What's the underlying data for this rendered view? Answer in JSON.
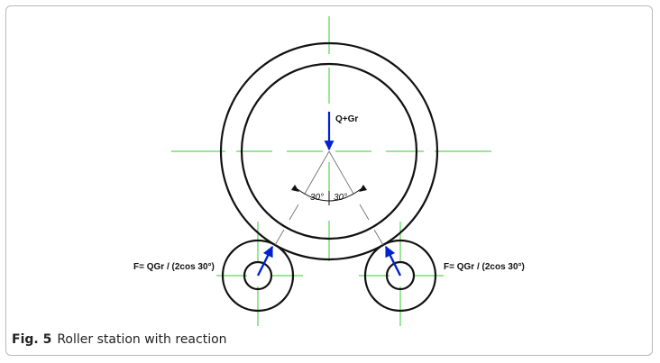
{
  "diagram": {
    "load_label": "Q+Gr",
    "angle_left": "30°",
    "angle_right": "30°",
    "force_left": "F= QGr / (2cos 30°)",
    "force_right": "F= QGr / (2cos 30°)"
  },
  "caption": {
    "number": "Fig. 5",
    "text": "Roller station with reaction"
  },
  "colors": {
    "centerline": "#33cc33",
    "arrow": "#0022cc",
    "outline": "#111111"
  }
}
